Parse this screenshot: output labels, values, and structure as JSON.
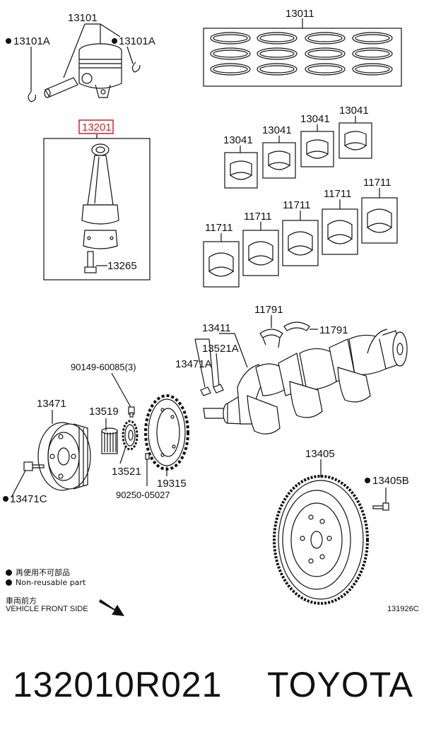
{
  "diagram": {
    "callouts": {
      "piston": "13101",
      "pin_clip_left": "13101A",
      "pin_clip_right": "13101A",
      "ring_set": "13011",
      "conrod": "13201",
      "conrod_bolt": "13265",
      "conrod_bearing_1": "13041",
      "conrod_bearing_2": "13041",
      "conrod_bearing_3": "13041",
      "conrod_bearing_4": "13041",
      "main_bearing_1": "11711",
      "main_bearing_2": "11711",
      "main_bearing_3": "11711",
      "main_bearing_4": "11711",
      "main_bearing_5": "11711",
      "thrust_washer_1": "11791",
      "thrust_washer_2": "11791",
      "crankshaft": "13411",
      "key_a": "13521A",
      "key_pulley": "13471A",
      "bolt_90149": "90149-60085(3)",
      "pulley": "13471",
      "pulley_bolt": "13471C",
      "needle_bearing": "13519",
      "crank_gear": "13521",
      "timing_rotor": "19315",
      "pin_90250": "90250-05027",
      "flywheel": "13405",
      "flywheel_bolt": "13405B"
    },
    "highlight_color": "#d12424",
    "legend_cn": "再使用不可部品",
    "legend_en": "Non-reusable part",
    "front_cn": "車両前方",
    "front_en": "VEHICLE FRONT SIDE",
    "figure_code": "131926C"
  },
  "footer": {
    "part_number": "132010R021",
    "brand": "TOYOTA"
  }
}
